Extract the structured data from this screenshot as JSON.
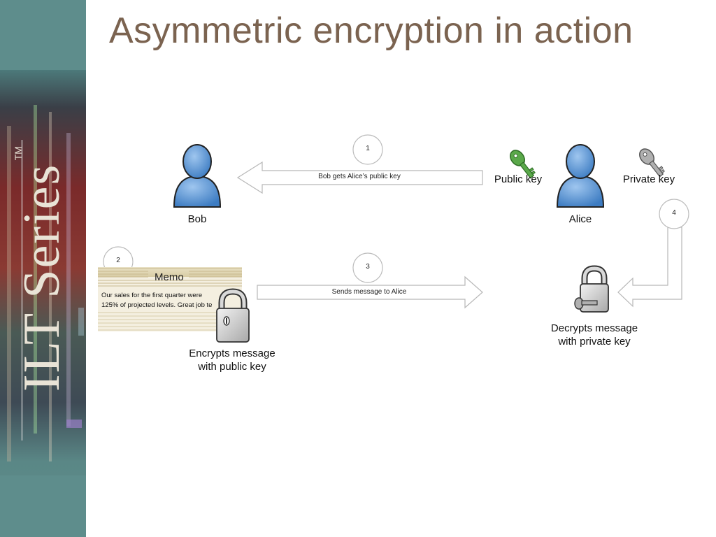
{
  "slide": {
    "title": "Asymmetric encryption in action",
    "brand": "ILT Series",
    "brand_mark": "TM"
  },
  "people": {
    "bob": "Bob",
    "alice": "Alice"
  },
  "keys": {
    "public": "Public key",
    "private": "Private key"
  },
  "steps": [
    {
      "number": "1",
      "label": "Bob gets Alice’s public key"
    },
    {
      "number": "2"
    },
    {
      "number": "3",
      "label": "Sends message to Alice"
    },
    {
      "number": "4"
    }
  ],
  "memo": {
    "heading": "Memo",
    "lines": [
      "Our sales for the first quarter were",
      "125% of projected levels. Great job te"
    ]
  },
  "captions": {
    "encrypt": [
      "Encrypts message",
      "with public key"
    ],
    "decrypt": [
      "Decrypts message",
      "with private key"
    ]
  },
  "colors": {
    "title": "#7b6350",
    "person_fill": "#5b9bd5",
    "public_key": "#5aa84a",
    "private_key": "#9a9a9a",
    "strip": "#5d8a88"
  }
}
